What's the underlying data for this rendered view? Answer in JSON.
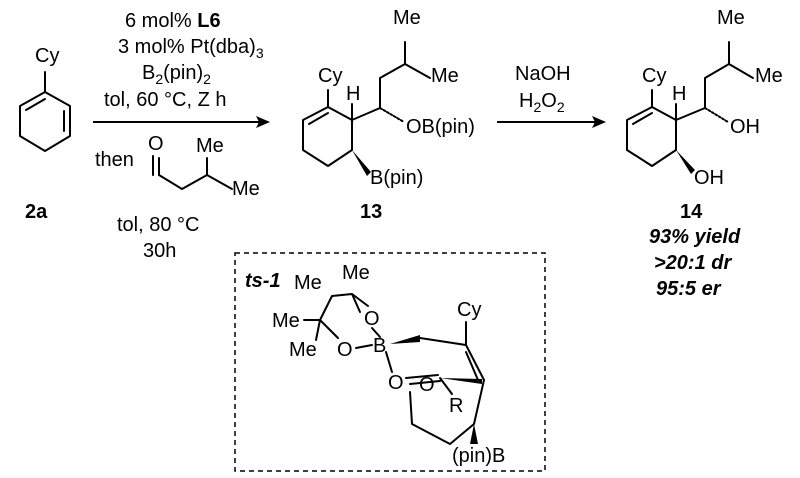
{
  "compounds": {
    "sm": {
      "number": "2a",
      "substituent": "Cy"
    },
    "int": {
      "number": "13",
      "cy": "Cy",
      "h": "H",
      "me_top": "Me",
      "me_right": "Me",
      "boron_ether": "OB(pin)",
      "boron": "B(pin)"
    },
    "prod": {
      "number": "14",
      "cy": "Cy",
      "h": "H",
      "me_top": "Me",
      "me_right": "Me",
      "oh_side": "OH",
      "oh_ring": "OH"
    }
  },
  "step1": {
    "line1_prefix": "6 mol% ",
    "line1_ligand": "L6",
    "line2": "3 mol% Pt(dba)",
    "line2_sub": "3",
    "line3_pre": "B",
    "line3_sub": "2",
    "line3_post": "(pin)",
    "line3_sub2": "2",
    "line4": "tol, 60 °C, Z h",
    "then": "then",
    "aldehyde_o": "O",
    "aldehyde_me": "Me",
    "line5": "tol, 80 °C",
    "line6": "30h"
  },
  "step2": {
    "reagent1": "NaOH",
    "reagent2_pre": "H",
    "reagent2_sub": "2",
    "reagent2_mid": "O",
    "reagent2_sub2": "2"
  },
  "results": {
    "yield": "93% yield",
    "dr": ">20:1 dr",
    "er": "95:5 er"
  },
  "ts": {
    "label": "ts-1",
    "me1": "Me",
    "me2": "Me",
    "me3": "Me",
    "me4": "Me",
    "o_up": "O",
    "o_low": "O",
    "b": "B",
    "o_ald": "O",
    "cy": "Cy",
    "r": "R",
    "o_chair": "O",
    "pinb": "(pin)B"
  }
}
